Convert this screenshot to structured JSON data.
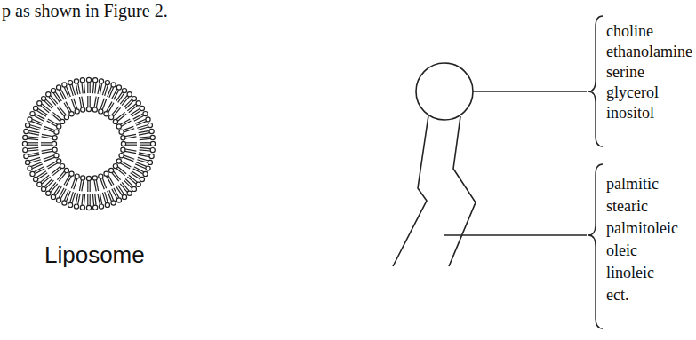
{
  "diagram": {
    "labels": [
      "p as shown in Figure 2.",
      "Liposome",
      "choline",
      "ethanolamine",
      "serine",
      "glycerol",
      "inositol",
      "palmitic",
      "stearic",
      "palmitoleic",
      "oleic",
      "linoleic",
      "ect."
    ]
  }
}
